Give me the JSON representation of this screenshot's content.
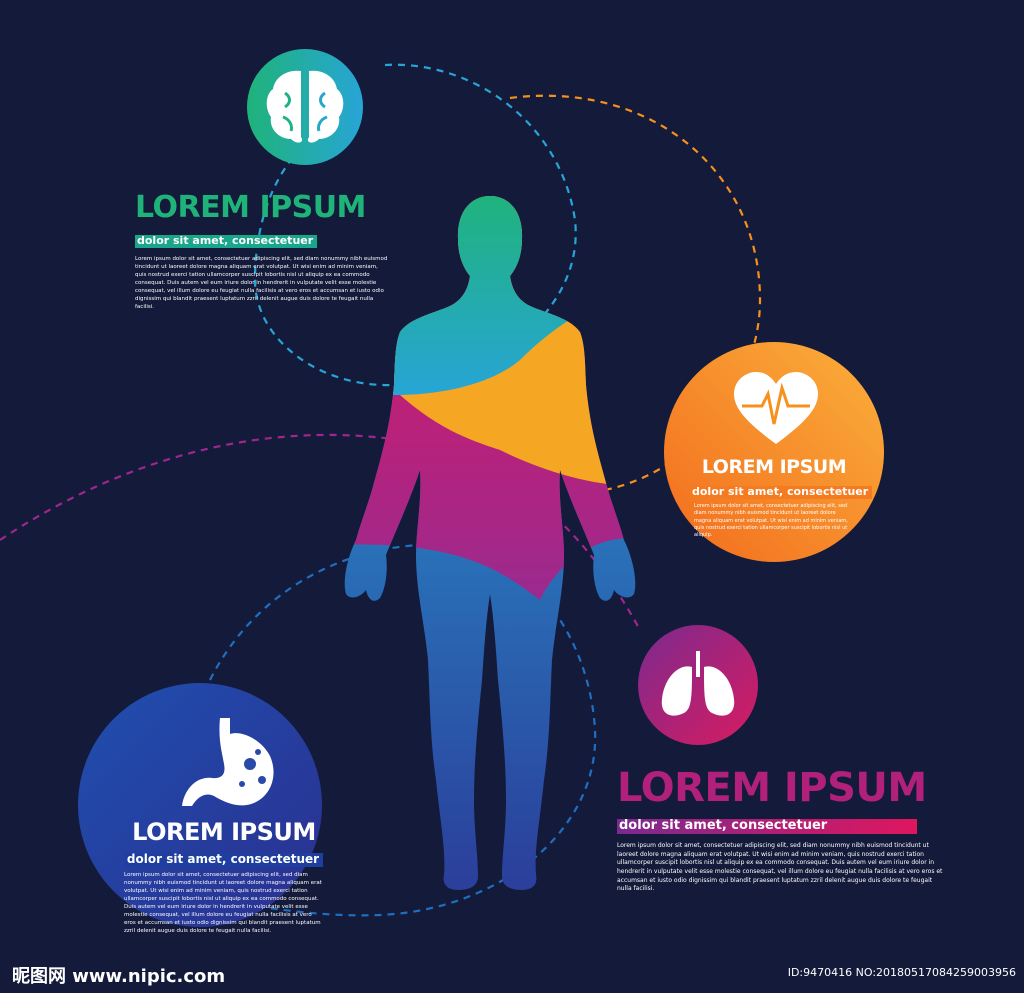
{
  "brain": {
    "title": "LOREM IPSUM",
    "subtitle": "dolor sit amet, consectetuer",
    "body": "Lorem ipsum dolor sit amet, consectetuer adipiscing elit, sed diam nonummy nibh euismod tincidunt ut laoreet dolore magna aliquam erat volutpat. Ut wisi enim ad minim veniam, quis nostrud exerci tation ullamcorper suscipit lobortis nisl ut aliquip ex ea commodo consequat. Duis autem vel eum iriure dolor in hendrerit in vulputate velit esse molestie consequat, vel illum dolore eu feugiat nulla facilisis at vero eros et accumsan et iusto odio dignissim qui blandit praesent luptatum zzril delenit augue duis dolore te feugait nulla facilisi.",
    "icon": "brain-icon"
  },
  "heart": {
    "title": "LOREM IPSUM",
    "subtitle": "dolor sit amet, consectetuer",
    "body": "Lorem ipsum dolor sit amet, consectetuer adipiscing elit, sed diam nonummy nibh euismod tincidunt ut laoreet dolore magna aliquam erat volutpat. Ut wisi enim ad minim veniam, quis nostrud exerci tation ullamcorper suscipit lobortis nisl ut aliquip.",
    "icon": "heart-pulse-icon"
  },
  "lungs": {
    "title": "LOREM IPSUM",
    "subtitle": "dolor sit amet, consectetuer",
    "body": "Lorem ipsum dolor sit amet, consectetuer adipiscing elit, sed diam nonummy nibh euismod tincidunt ut laoreet dolore magna aliquam erat volutpat. Ut wisi enim ad minim veniam, quis nostrud exerci tation ullamcorper suscipit lobortis nisl ut aliquip ex ea commodo consequat. Duis autem vel eum iriure dolor in hendrerit in vulputate velit esse molestie consequat, vel illum dolore eu feugiat nulla facilisis at vero eros et accumsan et iusto odio dignissim qui blandit praesent luptatum zzril delenit augue duis dolore te feugait nulla facilisi.",
    "icon": "lungs-icon"
  },
  "stomach": {
    "title": "LOREM IPSUM",
    "subtitle": "dolor sit amet, consectetuer",
    "body": "Lorem ipsum dolor sit amet, consectetuer adipiscing elit, sed diam nonummy nibh euismod tincidunt ut laoreet dolore magna aliquam erat volutpat. Ut wisi enim ad minim veniam, quis nostrud exerci tation ullamcorper suscipit lobortis nisl ut aliquip ex ea commodo consequat. Duis autem vel eum iriure dolor in hendrerit in vulputate velit esse molestie consequat, vel illum dolore eu feugiat nulla facilisis at vero eros et accumsan et iusto odio dignissim qui blandit praesent luptatum zzril delenit augue duis dolore te feugait nulla facilisi.",
    "icon": "stomach-icon"
  },
  "footer": {
    "site": "昵图网 www.nipic.com",
    "id_text": "ID:9470416 NO:20180517084259003956"
  },
  "colors": {
    "background": "#141a3a",
    "green": "#1fb37a",
    "teal": "#27a5d6",
    "orange": "#f7911e",
    "amber": "#f9b233",
    "magenta": "#d81b60",
    "purple": "#7b2a8f",
    "blue": "#1f4fb0",
    "navy": "#2b2f8f"
  }
}
